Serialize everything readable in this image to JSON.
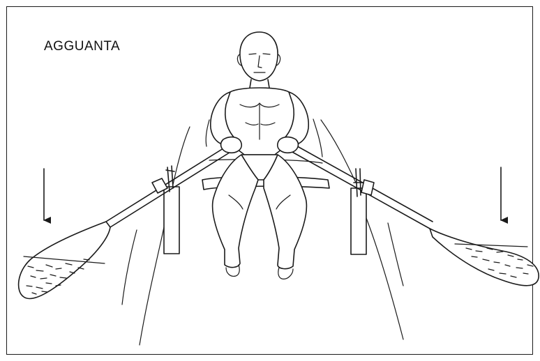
{
  "figure": {
    "caption": "AGGUANTA",
    "ink_color": "#1a1a1a",
    "background_color": "#ffffff"
  },
  "icons": {
    "left_arrow": "down-arrow",
    "right_arrow": "down-arrow"
  }
}
